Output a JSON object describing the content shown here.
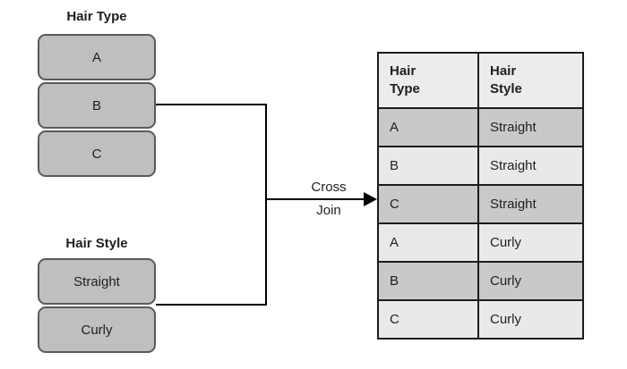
{
  "colors": {
    "background": "#ffffff",
    "node_fill": "#bfbfbf",
    "node_border": "#5a5a5a",
    "table_header_bg": "#ececec",
    "table_row_shaded": "#c9c9c9",
    "table_row_light": "#e9e9e9",
    "table_border": "#1c1c1c",
    "connector_line": "#000000",
    "text": "#1f1f1f"
  },
  "hair_type_list": {
    "title": "Hair Type",
    "items": [
      "A",
      "B",
      "C"
    ]
  },
  "hair_style_list": {
    "title": "Hair Style",
    "items": [
      "Straight",
      "Curly"
    ]
  },
  "connector_label": {
    "line1": "Cross",
    "line2": "Join"
  },
  "result_table": {
    "headers": [
      {
        "line1": "Hair",
        "line2": "Type"
      },
      {
        "line1": "Hair",
        "line2": "Style"
      }
    ],
    "rows": [
      {
        "hair_type": "A",
        "hair_style": "Straight"
      },
      {
        "hair_type": "B",
        "hair_style": "Straight"
      },
      {
        "hair_type": "C",
        "hair_style": "Straight"
      },
      {
        "hair_type": "A",
        "hair_style": "Curly"
      },
      {
        "hair_type": "B",
        "hair_style": "Curly"
      },
      {
        "hair_type": "C",
        "hair_style": "Curly"
      }
    ]
  }
}
